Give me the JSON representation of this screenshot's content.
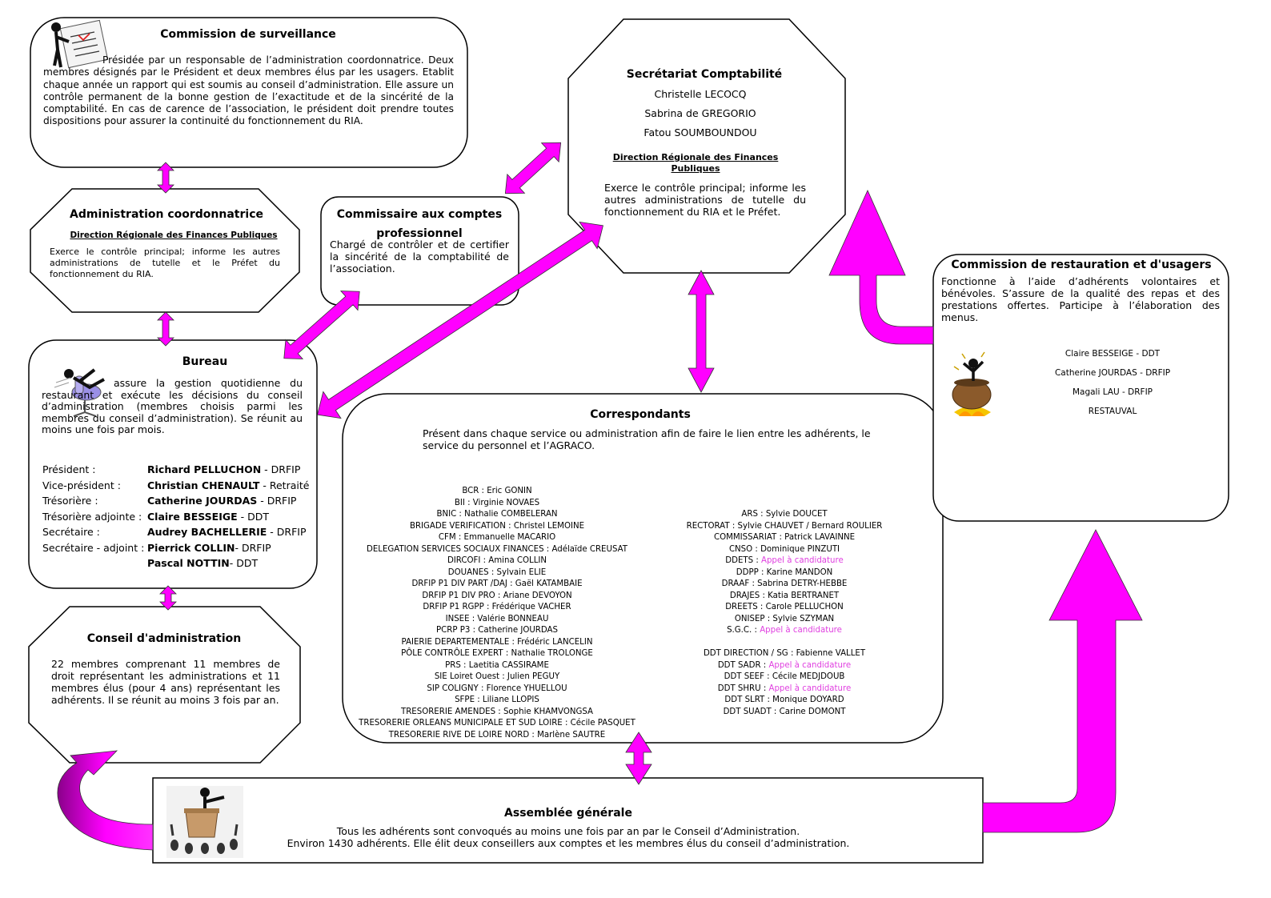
{
  "colors": {
    "arrow": "#ff00ff",
    "arrow_dark": "#b000b0",
    "border": "#000000",
    "appeal": "#e040e0"
  },
  "surveillance": {
    "title": "Commission de surveillance",
    "text": "Présidée par un responsable de l’administration coordonnatrice. Deux membres désignés par le Président et deux membres élus par les usagers. Etablit chaque année un rapport qui est soumis au conseil d’administration. Elle assure un contrôle permanent de la bonne gestion de l’exactitude et de la sincérité de la comptabilité. En cas de carence de l’association, le président doit prendre toutes dispositions pour assurer la continuité du fonctionnement du RIA.",
    "icon": "clipboard-figure-icon"
  },
  "administration": {
    "title": "Administration coordonnatrice",
    "subtitle": "Direction Régionale des Finances Publiques",
    "text": "Exerce le contrôle principal; informe les autres administrations de tutelle et le Préfet du fonctionnement du RIA."
  },
  "commissaire": {
    "title": "Commissaire aux comptes professionnel",
    "text": "Chargé de contrôler et de certifier la sincérité de la comptabilité de l’association."
  },
  "secretariat": {
    "title": "Secrétariat Comptabilité",
    "names": [
      "Christelle LECOCQ",
      "Sabrina de GREGORIO",
      "Fatou SOUMBOUNDOU"
    ],
    "subtitle": "Direction Régionale des Finances Publiques",
    "text": "Exerce le contrôle principal; informe les autres administrations de tutelle du fonctionnement du RIA et le Préfet."
  },
  "bureau": {
    "title": "Bureau",
    "text": "assure la gestion quotidienne du restaurant et exécute les décisions du conseil d’administration (membres choisis parmi les membres du conseil d’administration). Se réunit au moins une fois par mois.",
    "icon": "office-chair-figure-icon",
    "members": [
      {
        "role": "Président :",
        "name": "Richard PELLUCHON",
        "org": " - DRFIP"
      },
      {
        "role": "Vice-président :",
        "name": "Christian CHENAULT",
        "org": " - Retraité"
      },
      {
        "role": "Trésorière :",
        "name": "Catherine JOURDAS",
        "org": " - DRFIP"
      },
      {
        "role": "Trésorière adjointe :",
        "name": "Claire BESSEIGE",
        "org": " - DDT"
      },
      {
        "role": "Secrétaire :",
        "name": "Audrey BACHELLERIE",
        "org": " - DRFIP"
      },
      {
        "role": "Secrétaire - adjoint :",
        "name": "Pierrick COLLIN",
        "org": "- DRFIP"
      },
      {
        "role": "",
        "name": "Pascal NOTTIN",
        "org": "- DDT"
      }
    ]
  },
  "conseil": {
    "title": "Conseil d'administration",
    "text": "22 membres comprenant 11 membres de droit représentant les administrations et 11 membres élus (pour 4 ans) représentant les adhérents. Il se réunit au moins 3 fois par an."
  },
  "correspondants": {
    "title": "Correspondants",
    "text": "Présent dans chaque service ou administration afin de faire le lien entre les adhérents, le service du personnel et l’AGRACO.",
    "left": [
      {
        "t": "BCR : Eric GONIN"
      },
      {
        "t": "BII : Virginie NOVAES"
      },
      {
        "t": "BNIC : Nathalie COMBELERAN"
      },
      {
        "t": "BRIGADE VERIFICATION : Christel LEMOINE"
      },
      {
        "t": "CFM : Emmanuelle MACARIO"
      },
      {
        "t": "DELEGATION SERVICES SOCIAUX FINANCES : Adélaïde CREUSAT"
      },
      {
        "t": "DIRCOFI : Amina COLLIN"
      },
      {
        "t": "DOUANES : Sylvain ELIE"
      },
      {
        "t": "DRFIP P1 DIV PART /DAJ : Gaël KATAMBAIE"
      },
      {
        "t": "DRFIP P1 DIV PRO : Ariane DEVOYON"
      },
      {
        "t": "DRFIP P1 RGPP : Frédérique VACHER"
      },
      {
        "t": "INSEE : Valérie BONNEAU"
      },
      {
        "t": "PCRP P3 : Catherine JOURDAS"
      },
      {
        "t": "PAIERIE DEPARTEMENTALE : Frédéric LANCELIN"
      },
      {
        "t": "PÔLE CONTRÔLE EXPERT : Nathalie TROLONGE"
      },
      {
        "t": "PRS : Laetitia CASSIRAME"
      },
      {
        "t": "SIE Loiret Ouest : Julien PEGUY"
      },
      {
        "t": "SIP COLIGNY : Florence YHUELLOU"
      },
      {
        "t": "SFPE : Liliane LLOPIS"
      },
      {
        "t": "TRESORERIE AMENDES : Sophie KHAMVONGSA"
      },
      {
        "t": "TRESORERIE ORLEANS MUNICIPALE ET SUD LOIRE : Cécile PASQUET"
      },
      {
        "t": "TRESORERIE RIVE DE LOIRE NORD : Marlène SAUTRE"
      }
    ],
    "right": [
      {
        "t": "ARS : Sylvie DOUCET"
      },
      {
        "t": "RECTORAT : Sylvie CHAUVET / Bernard ROULIER"
      },
      {
        "t": "COMMISSARIAT :  Patrick LAVAINNE"
      },
      {
        "t": "CNSO : Dominique PINZUTI"
      },
      {
        "t": "DDETS : ",
        "a": "Appel à candidature"
      },
      {
        "t": "DDPP : Karine MANDON"
      },
      {
        "t": "DRAAF : Sabrina DETRY-HEBBE"
      },
      {
        "t": "DRAJES : Katia BERTRANET"
      },
      {
        "t": "DREETS : Carole PELLUCHON"
      },
      {
        "t": "ONISEP : Sylvie SZYMAN"
      },
      {
        "t": "S.G.C. : ",
        "a": "Appel à candidature"
      },
      {
        "t": ""
      },
      {
        "t": "DDT DIRECTION / SG : Fabienne VALLET"
      },
      {
        "t": "DDT SADR : ",
        "a": "Appel à candidature"
      },
      {
        "t": "DDT SEEF : Cécile MEDJDOUB"
      },
      {
        "t": "DDT SHRU : ",
        "a": "Appel à candidature"
      },
      {
        "t": "DDT SLRT : Monique DOYARD"
      },
      {
        "t": "DDT SUADT : Carine DOMONT"
      }
    ]
  },
  "restauration": {
    "title": "Commission de restauration et d'usagers",
    "text": "Fonctionne à l’aide d’adhérents volontaires et bénévoles. S’assure de la qualité des repas et des prestations offertes. Participe à l’élaboration des menus.",
    "icon": "cooking-pot-figure-icon",
    "members": [
      "Claire BESSEIGE - DDT",
      "Catherine JOURDAS - DRFIP",
      "Magali LAU - DRFIP",
      "RESTAUVAL"
    ]
  },
  "assemblee": {
    "title": "Assemblée générale",
    "line1": "Tous les adhérents sont convoqués au moins une fois par an par le Conseil d’Administration.",
    "line2": "Environ 1430 adhérents. Elle élit deux conseillers aux comptes et les membres élus du conseil d’administration.",
    "icon": "speaker-podium-figure-icon"
  }
}
